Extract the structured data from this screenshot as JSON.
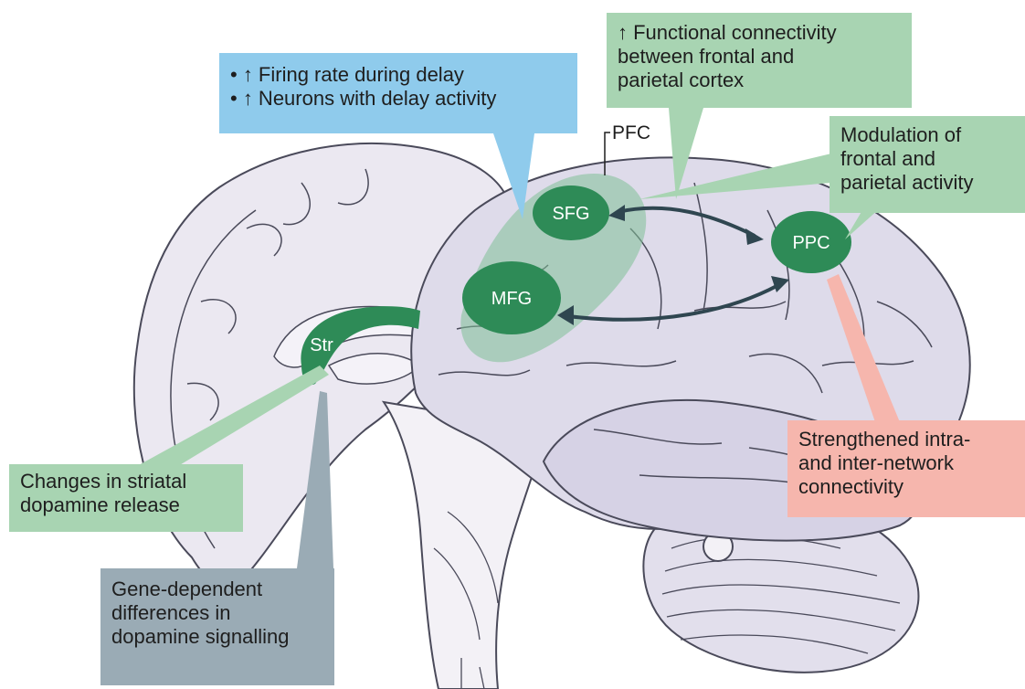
{
  "colors": {
    "green_box": "#a8d4b2",
    "blue_box": "#8fcbec",
    "pink_box": "#f6b6ad",
    "grey_box": "#9aabb5",
    "region_green": "#2e8b57",
    "brain_fill": "#dedbea",
    "arrow": "#2f4650"
  },
  "callouts": {
    "firing": [
      "• ↑ Firing rate during delay",
      "• ↑ Neurons with delay activity"
    ],
    "connectivity": [
      "↑ Functional connectivity",
      "between frontal and",
      "parietal cortex"
    ],
    "modulation": [
      "Modulation of",
      "frontal and",
      "parietal activity"
    ],
    "strengthened": [
      "Strengthened intra-",
      "and inter-network",
      "connectivity"
    ],
    "striatal": [
      "Changes in striatal",
      "dopamine release"
    ],
    "gene": [
      "Gene-dependent",
      "differences in",
      "dopamine signalling"
    ]
  },
  "regions": {
    "pfc": "PFC",
    "sfg": "SFG",
    "mfg": "MFG",
    "ppc": "PPC",
    "str": "Str"
  },
  "icons": [
    "double-arrow-sfg-ppc",
    "double-arrow-mfg-ppc"
  ]
}
